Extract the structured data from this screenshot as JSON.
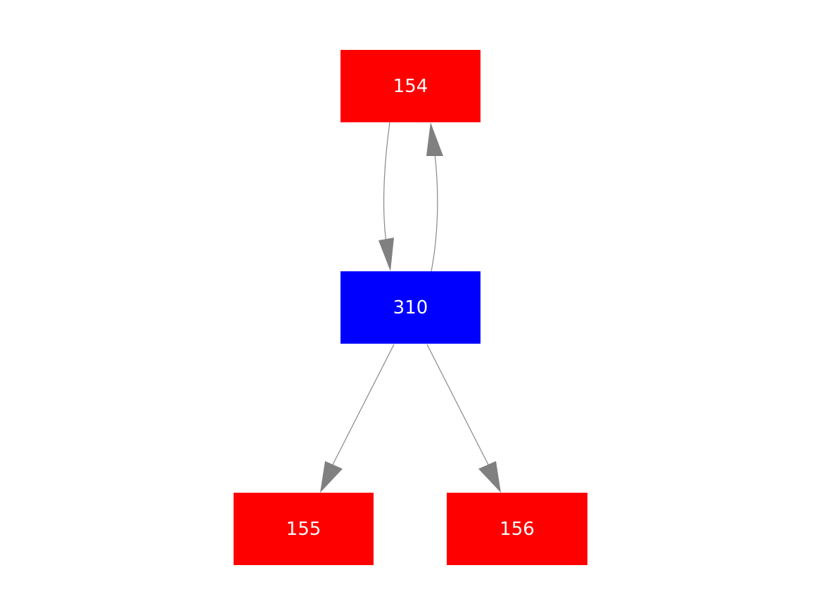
{
  "nodes": [
    {
      "id": "n154",
      "label": "154",
      "color": "#ff0000"
    },
    {
      "id": "n310",
      "label": "310",
      "color": "#0000ff"
    },
    {
      "id": "n155",
      "label": "155",
      "color": "#ff0000"
    },
    {
      "id": "n156",
      "label": "156",
      "color": "#ff0000"
    }
  ],
  "edges": [
    {
      "from": "154",
      "to": "310"
    },
    {
      "from": "310",
      "to": "154"
    },
    {
      "from": "310",
      "to": "155"
    },
    {
      "from": "310",
      "to": "156"
    }
  ],
  "edge_color": "#808080"
}
